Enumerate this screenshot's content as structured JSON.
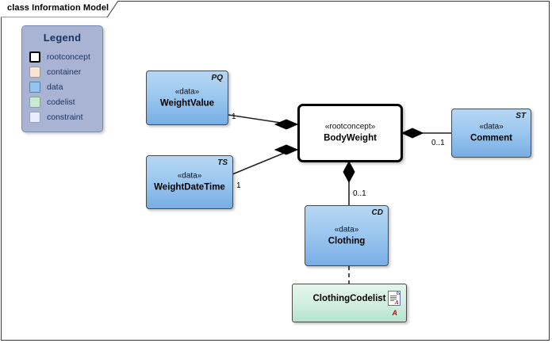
{
  "frame": {
    "title": "class Information Model"
  },
  "legend": {
    "title": "Legend",
    "items": [
      {
        "label": "rootconcept",
        "color": "#ffffff"
      },
      {
        "label": "container",
        "color": "#fae3d0"
      },
      {
        "label": "data",
        "color": "#93c5f0"
      },
      {
        "label": "codelist",
        "color": "#c7e9d5"
      },
      {
        "label": "constraint",
        "color": "#e9ecfa"
      }
    ]
  },
  "classes": {
    "weight_value": {
      "tag": "PQ",
      "stereotype": "«data»",
      "name": "WeightValue"
    },
    "weight_datetime": {
      "tag": "TS",
      "stereotype": "«data»",
      "name": "WeightDateTime"
    },
    "body_weight": {
      "stereotype": "«rootconcept»",
      "name": "BodyWeight"
    },
    "comment": {
      "tag": "ST",
      "stereotype": "«data»",
      "name": "Comment"
    },
    "clothing": {
      "tag": "CD",
      "stereotype": "«data»",
      "name": "Clothing"
    },
    "clothing_codelist": {
      "name": "ClothingCodelist",
      "marker": "A"
    }
  },
  "multiplicities": {
    "weight_value_end": "1",
    "weight_datetime_end": "1",
    "comment_end": "0..1",
    "clothing_end": "0..1"
  },
  "colors": {
    "data_fill": "#9dc8ef",
    "codelist_fill": "#d3efe2",
    "legend_fill": "#a9b4d4",
    "legend_text": "#16335e",
    "marker_red": "#cc0000",
    "line": "#222222"
  }
}
